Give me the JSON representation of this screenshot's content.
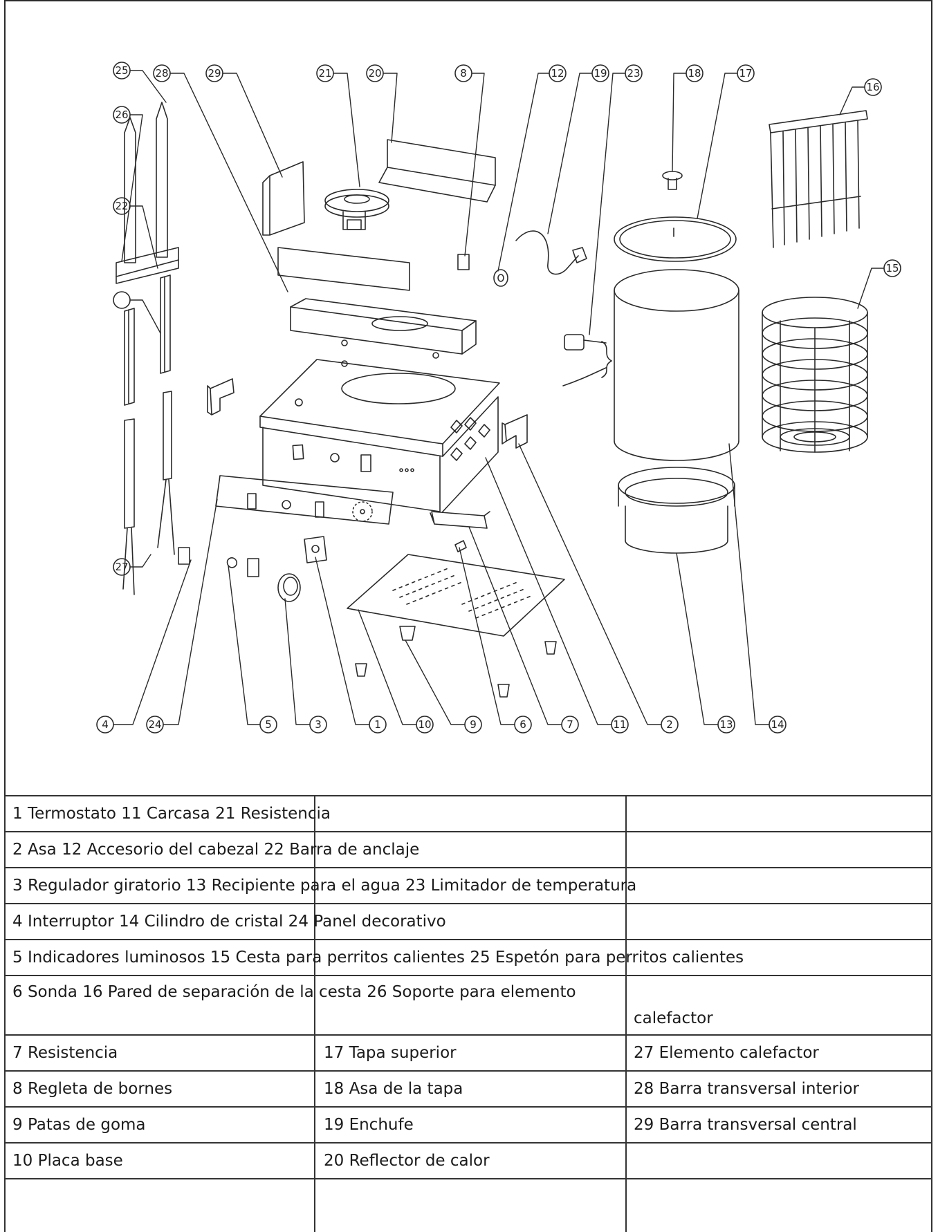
{
  "callouts": [
    "1",
    "2",
    "3",
    "4",
    "5",
    "6",
    "7",
    "8",
    "9",
    "10",
    "11",
    "12",
    "13",
    "14",
    "15",
    "16",
    "17",
    "18",
    "19",
    "20",
    "21",
    "22",
    "23",
    "24",
    "25",
    "26",
    "27",
    "28",
    "29"
  ],
  "table": {
    "rows": [
      {
        "col1": "1 Termostato 11 Carcasa 21 Resistencia",
        "col2": "",
        "col3": ""
      },
      {
        "col1": "2 Asa 12 Accesorio del cabezal 22 Barra de anclaje",
        "col2": "",
        "col3": ""
      },
      {
        "col1": "3 Regulador giratorio 13 Recipiente para el agua 23 Limitador de temperatura",
        "col2": "",
        "col3": ""
      },
      {
        "col1": "4 Interruptor 14 Cilindro de cristal 24 Panel decorativo",
        "col2": "",
        "col3": ""
      },
      {
        "col1": "5 Indicadores luminosos 15 Cesta para perritos calientes 25 Espetón para perritos calientes",
        "col2": "",
        "col3": ""
      },
      {
        "col1": "6 Sonda 16 Pared de separación de la cesta 26 Soporte para elemento",
        "col2": "",
        "col3": "calefactor"
      },
      {
        "col1": "7 Resistencia",
        "col2": "17 Tapa superior",
        "col3": "27 Elemento calefactor"
      },
      {
        "col1": "8 Regleta de bornes",
        "col2": "18 Asa de la tapa",
        "col3": "28 Barra transversal interior"
      },
      {
        "col1": "9 Patas de goma",
        "col2": "19 Enchufe",
        "col3": "29 Barra transversal central"
      },
      {
        "col1": "10 Placa base",
        "col2": "20 Reflector de calor",
        "col3": ""
      }
    ]
  }
}
